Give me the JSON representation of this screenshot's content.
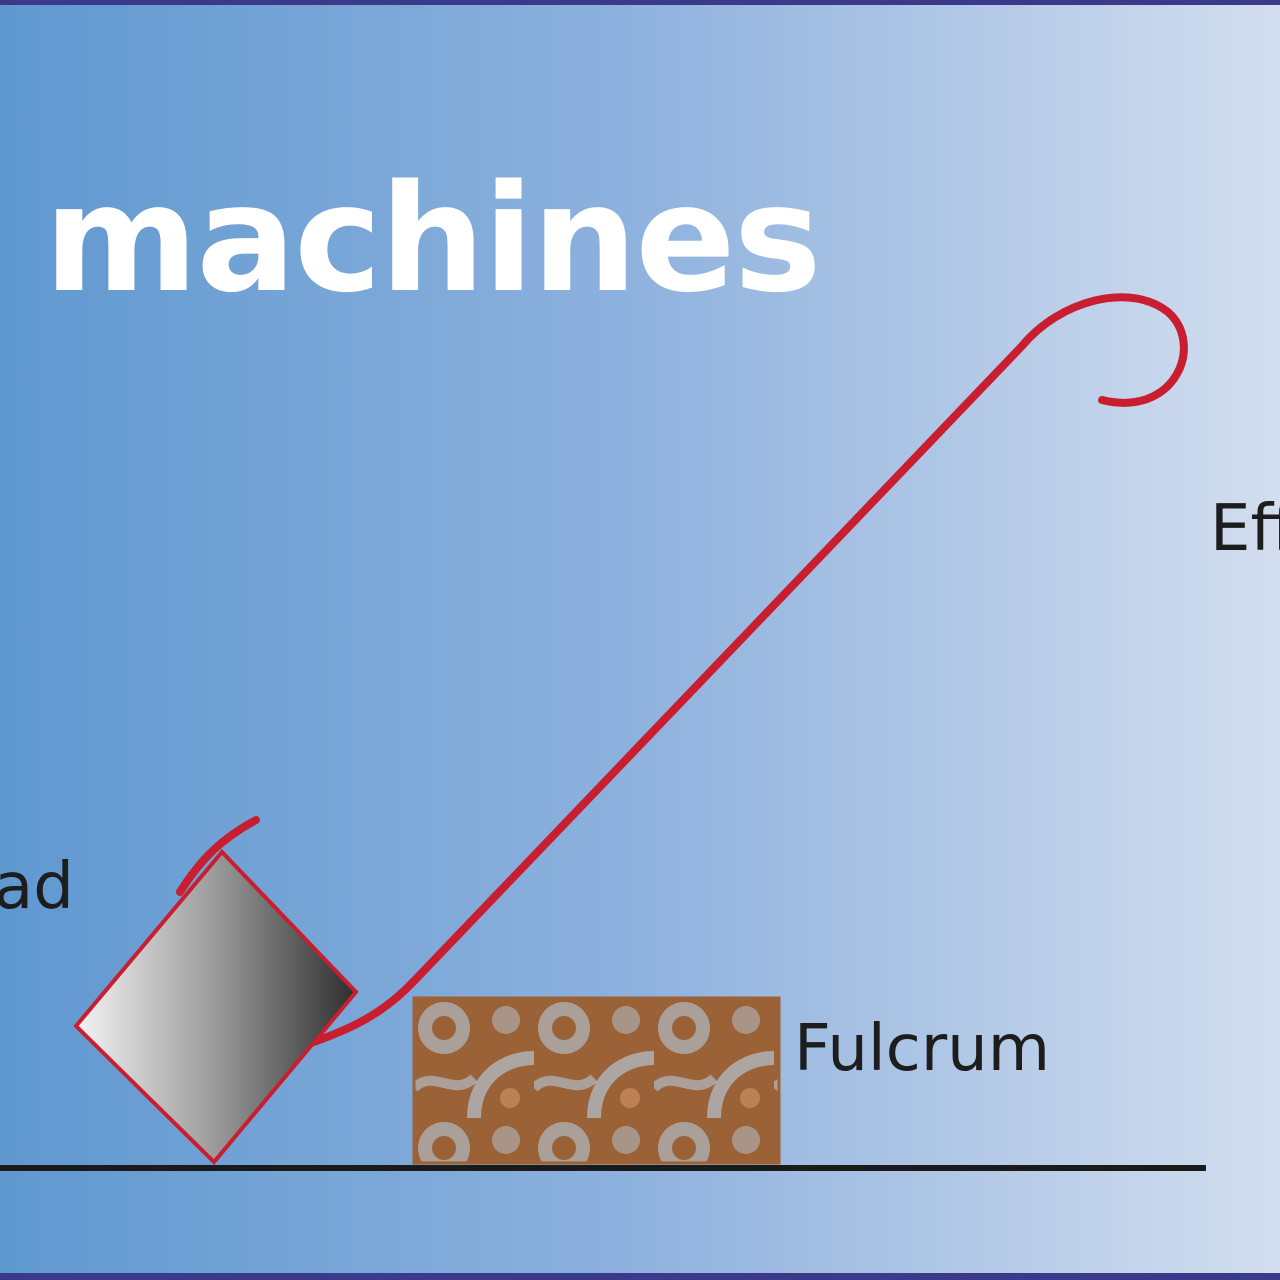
{
  "title": "machines",
  "labels": {
    "load": "ad",
    "fulcrum": "Fulcrum",
    "effort": "Eff"
  },
  "colors": {
    "background_left": "#5f98d0",
    "background_right": "#d3deef",
    "frame_border": "#3b3a8a",
    "lever": "#c81e2f",
    "ground_line": "#1a1a1a",
    "fulcrum_fill": "#9a6236",
    "fulcrum_pattern": "#b9d2ea",
    "load_dark": "#2e2e2e",
    "load_light": "#f4f4f4",
    "title_text": "#ffffff",
    "label_text": "#1d1d1d"
  }
}
